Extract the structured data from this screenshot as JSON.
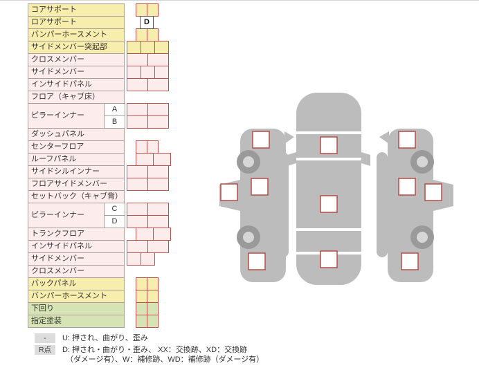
{
  "table": {
    "rows": [
      {
        "label": "コアサポート",
        "tone": "yellow",
        "offset": 13,
        "cells": [
          {
            "v": "",
            "tone": "yellow",
            "w": 17
          },
          {
            "v": "",
            "tone": "yellow",
            "w": 17
          }
        ]
      },
      {
        "label": "ロアサポート",
        "tone": "yellow",
        "offset": 19,
        "cells": [
          {
            "v": "D",
            "tone": "white",
            "w": 20
          }
        ]
      },
      {
        "label": "バンパーホースメント",
        "tone": "yellow",
        "offset": 13,
        "cells": [
          {
            "v": "",
            "tone": "yellow",
            "w": 17
          },
          {
            "v": "",
            "tone": "yellow",
            "w": 17
          }
        ]
      },
      {
        "label": "サイドメンバー突起部",
        "tone": "yellow",
        "offset": 0,
        "cells": [
          {
            "v": "",
            "tone": "yellow",
            "w": 21
          },
          {
            "v": "",
            "tone": "yellow",
            "w": 21
          },
          {
            "v": "",
            "tone": "yellow",
            "w": 21
          }
        ]
      },
      {
        "label": "クロスメンバー",
        "tone": "pink",
        "offset": 0,
        "cells": [
          {
            "v": "",
            "tone": "pink",
            "w": 31
          },
          {
            "v": "",
            "tone": "pink",
            "w": 31
          }
        ]
      },
      {
        "label": "サイドメンバー",
        "tone": "pink",
        "offset": 0,
        "cells": [
          {
            "v": "",
            "tone": "pink",
            "w": 21
          },
          {
            "v": "",
            "tone": "pink",
            "w": 21
          },
          {
            "v": "",
            "tone": "pink",
            "w": 21
          }
        ]
      },
      {
        "label": "インサイドパネル",
        "tone": "pink",
        "offset": 0,
        "cells": [
          {
            "v": "",
            "tone": "pink",
            "w": 31
          },
          {
            "v": "",
            "tone": "pink",
            "w": 31
          }
        ]
      },
      {
        "label": "フロア（キャブ床）",
        "tone": "pink",
        "offset": 0,
        "cells": []
      },
      {
        "label": "ピラーインナー",
        "tone": "pink",
        "span": 2,
        "sub": "A",
        "offset": 0,
        "cells": [
          {
            "v": "",
            "tone": "pink",
            "w": 31
          },
          {
            "v": "",
            "tone": "pink",
            "w": 31
          }
        ]
      },
      {
        "label": null,
        "tone": "pink",
        "sub": "B",
        "offset": 0,
        "cells": [
          {
            "v": "",
            "tone": "pink",
            "w": 31
          },
          {
            "v": "",
            "tone": "pink",
            "w": 31
          }
        ]
      },
      {
        "label": "ダッシュパネル",
        "tone": "pink",
        "offset": 0,
        "cells": []
      },
      {
        "label": "センターフロア",
        "tone": "pink",
        "offset": 13,
        "cells": [
          {
            "v": "",
            "tone": "pink",
            "w": 17
          },
          {
            "v": "",
            "tone": "pink",
            "w": 17
          }
        ]
      },
      {
        "label": "ルーフパネル",
        "tone": "pink",
        "offset": 13,
        "cells": [
          {
            "v": "",
            "tone": "pink",
            "w": 26
          },
          {
            "v": "",
            "tone": "pink",
            "w": 26
          }
        ]
      },
      {
        "label": "サイドシルインナー",
        "tone": "pink",
        "offset": 0,
        "cells": [
          {
            "v": "",
            "tone": "pink",
            "w": 31
          },
          {
            "v": "",
            "tone": "pink",
            "w": 31
          }
        ]
      },
      {
        "label": "フロアサイドメンバー",
        "tone": "pink",
        "offset": 0,
        "cells": [
          {
            "v": "",
            "tone": "pink",
            "w": 31
          },
          {
            "v": "",
            "tone": "pink",
            "w": 31
          }
        ]
      },
      {
        "label": "セットバック（キャブ背）",
        "tone": "pink",
        "offset": 0,
        "cells": []
      },
      {
        "label": "ピラーインナー",
        "tone": "pink",
        "span": 2,
        "sub": "C",
        "offset": 0,
        "cells": [
          {
            "v": "",
            "tone": "pink",
            "w": 31
          },
          {
            "v": "",
            "tone": "pink",
            "w": 31
          }
        ]
      },
      {
        "label": null,
        "tone": "pink",
        "sub": "D",
        "offset": 0,
        "cells": [
          {
            "v": "",
            "tone": "pink",
            "w": 31
          },
          {
            "v": "",
            "tone": "pink",
            "w": 31
          }
        ]
      },
      {
        "label": "トランクフロア",
        "tone": "pink",
        "offset": 13,
        "cells": [
          {
            "v": "",
            "tone": "pink",
            "w": 26
          },
          {
            "v": "",
            "tone": "pink",
            "w": 26
          }
        ]
      },
      {
        "label": "インサイドパネル",
        "tone": "pink",
        "offset": 0,
        "cells": [
          {
            "v": "",
            "tone": "pink",
            "w": 31
          },
          {
            "v": "",
            "tone": "pink",
            "w": 31
          }
        ]
      },
      {
        "label": "サイドメンバー",
        "tone": "pink",
        "offset": 0,
        "cells": [
          {
            "v": "",
            "tone": "pink",
            "w": 21
          },
          {
            "v": "",
            "tone": "pink",
            "w": 21
          }
        ]
      },
      {
        "label": "クロスメンバー",
        "tone": "pink",
        "offset": 0,
        "cells": []
      },
      {
        "label": "バックパネル",
        "tone": "yellow",
        "offset": 13,
        "cells": [
          {
            "v": "",
            "tone": "yellow",
            "w": 17
          },
          {
            "v": "",
            "tone": "yellow",
            "w": 17
          }
        ]
      },
      {
        "label": "バンパーホースメント",
        "tone": "yellow",
        "offset": 13,
        "cells": [
          {
            "v": "",
            "tone": "yellow",
            "w": 17
          },
          {
            "v": "",
            "tone": "yellow",
            "w": 17
          }
        ]
      },
      {
        "label": "下回り",
        "tone": "green",
        "offset": 13,
        "cells": [
          {
            "v": "",
            "tone": "green",
            "w": 17
          },
          {
            "v": "",
            "tone": "green",
            "w": 17
          }
        ]
      },
      {
        "label": "指定塗装",
        "tone": "green",
        "offset": 13,
        "cells": [
          {
            "v": "",
            "tone": "green",
            "w": 17
          },
          {
            "v": "",
            "tone": "green",
            "w": 17
          }
        ]
      }
    ]
  },
  "legend": {
    "entries": [
      {
        "key": "-",
        "lines": [
          "U: 押され、曲がり、歪み"
        ]
      },
      {
        "key": "R点",
        "lines": [
          "D: 押され・曲がり・歪み、 XX：交換跡、XD：交換跡",
          "（ダメージ有）、W：補修跡、WD：補修跡（ダメージ有）"
        ]
      }
    ]
  },
  "diagram": {
    "views": [
      {
        "name": "left-side-view",
        "marker_boxes": 4,
        "wheels": 2
      },
      {
        "name": "top-view",
        "marker_boxes": 3,
        "wheels": 0
      },
      {
        "name": "right-side-view",
        "marker_boxes": 4,
        "wheels": 2
      }
    ],
    "colors": {
      "body": "#bcbcbc",
      "wheel": "#9a9a9a",
      "wheel_hub": "#d6d6d6",
      "marker_border": "#b94a48"
    }
  },
  "colors": {
    "row_yellow": "#f7edad",
    "row_pink": "#fdecec",
    "row_green": "#d5e3b5",
    "cell_border": "#c0504d",
    "label_border": "#a89f9a",
    "marked_value": "D"
  }
}
